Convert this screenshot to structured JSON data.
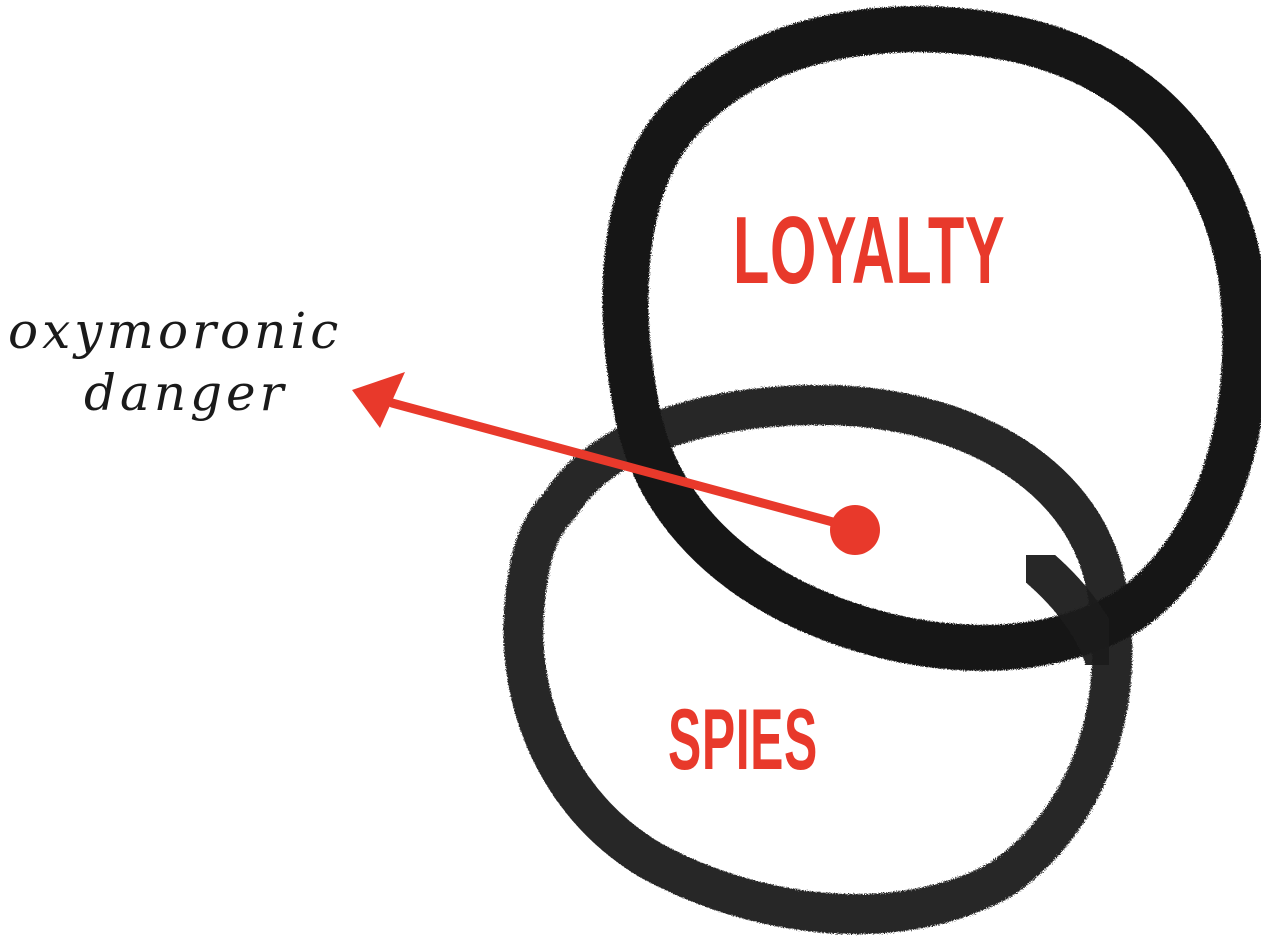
{
  "annotation": {
    "line1": "oxymoronic",
    "line2": "danger"
  },
  "sets": {
    "top": "LOYALTY",
    "bottom": "SPIES"
  },
  "colors": {
    "accent": "#e8392b",
    "ink": "#1a1a1a",
    "background": "#ffffff"
  }
}
